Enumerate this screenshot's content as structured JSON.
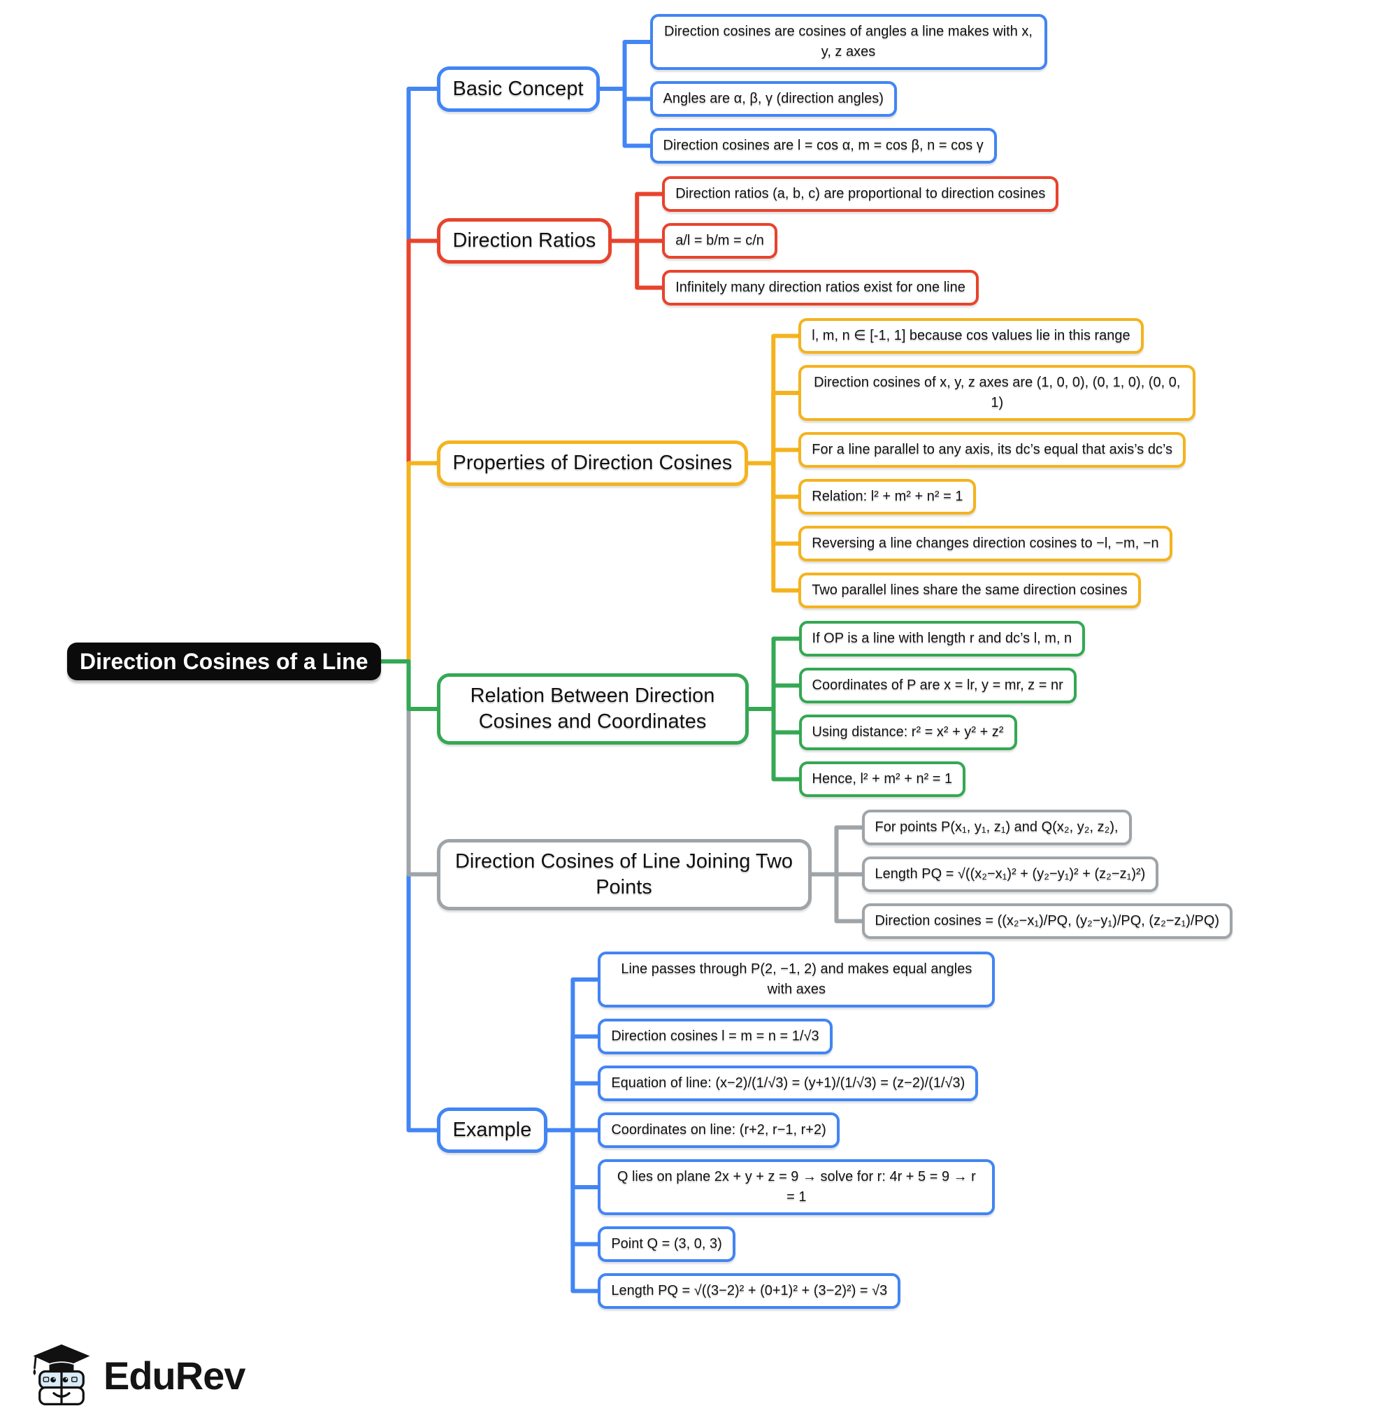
{
  "root": {
    "label": "Direction Cosines of a Line",
    "bg_color": "#0b0b0b",
    "text_color": "#ffffff"
  },
  "branches": [
    {
      "label": "Basic Concept",
      "color": "#4285F4",
      "children": [
        {
          "text": "Direction cosines are cosines of angles a line makes with x, y, z axes"
        },
        {
          "text": "Angles are α, β, γ (direction angles)"
        },
        {
          "text": "Direction cosines are l = cos α, m = cos β, n = cos γ"
        }
      ]
    },
    {
      "label": "Direction Ratios",
      "color": "#E8432D",
      "children": [
        {
          "text": "Direction ratios (a, b, c) are proportional to direction cosines"
        },
        {
          "text": "a/l = b/m = c/n"
        },
        {
          "text": "Infinitely many direction ratios exist for one line"
        }
      ]
    },
    {
      "label": "Properties of Direction Cosines",
      "color": "#F4B31E",
      "children": [
        {
          "text": "l, m, n ∈ [-1, 1] because cos values lie in this range"
        },
        {
          "text": "Direction cosines of x, y, z axes are (1, 0, 0), (0, 1, 0), (0, 0, 1)"
        },
        {
          "text": "For a line parallel to any axis, its dc’s equal that axis’s dc’s"
        },
        {
          "text": "Relation: l² + m² + n² = 1"
        },
        {
          "text": "Reversing a line changes direction cosines to −l, −m, −n"
        },
        {
          "text": "Two parallel lines share the same direction cosines"
        }
      ]
    },
    {
      "label": "Relation Between Direction Cosines and Coordinates",
      "color": "#34A853",
      "children": [
        {
          "text": "If OP is a line with length r and dc’s l, m, n"
        },
        {
          "text": "Coordinates of P are x = lr, y = mr, z = nr"
        },
        {
          "text": "Using distance: r² = x² + y² + z²"
        },
        {
          "text": "Hence, l² + m² + n² = 1"
        }
      ]
    },
    {
      "label": "Direction Cosines of Line Joining Two Points",
      "color": "#9FA4A9",
      "children": [
        {
          "text": "For points P(x₁, y₁, z₁) and Q(x₂, y₂, z₂),"
        },
        {
          "text": "Length PQ = √((x₂−x₁)² + (y₂−y₁)² + (z₂−z₁)²)"
        },
        {
          "text": "Direction cosines = ((x₂−x₁)/PQ, (y₂−y₁)/PQ, (z₂−z₁)/PQ)"
        }
      ]
    },
    {
      "label": "Example",
      "color": "#4285F4",
      "children": [
        {
          "text": "Line passes through P(2, −1, 2) and makes equal angles with axes"
        },
        {
          "text": "Direction cosines l = m = n = 1/√3"
        },
        {
          "text": "Equation of line: (x−2)/(1/√3) = (y+1)/(1/√3) = (z−2)/(1/√3)"
        },
        {
          "text": "Coordinates on line: (r+2, r−1, r+2)"
        },
        {
          "text": "Q lies on plane 2x + y + z = 9 → solve for r: 4r + 5 = 9 → r = 1"
        },
        {
          "text": "Point Q = (3, 0, 3)"
        },
        {
          "text": "Length PQ = √((3−2)² + (0+1)² + (3−2)²) = √3"
        }
      ]
    }
  ],
  "logo": {
    "text": "EduRev"
  }
}
